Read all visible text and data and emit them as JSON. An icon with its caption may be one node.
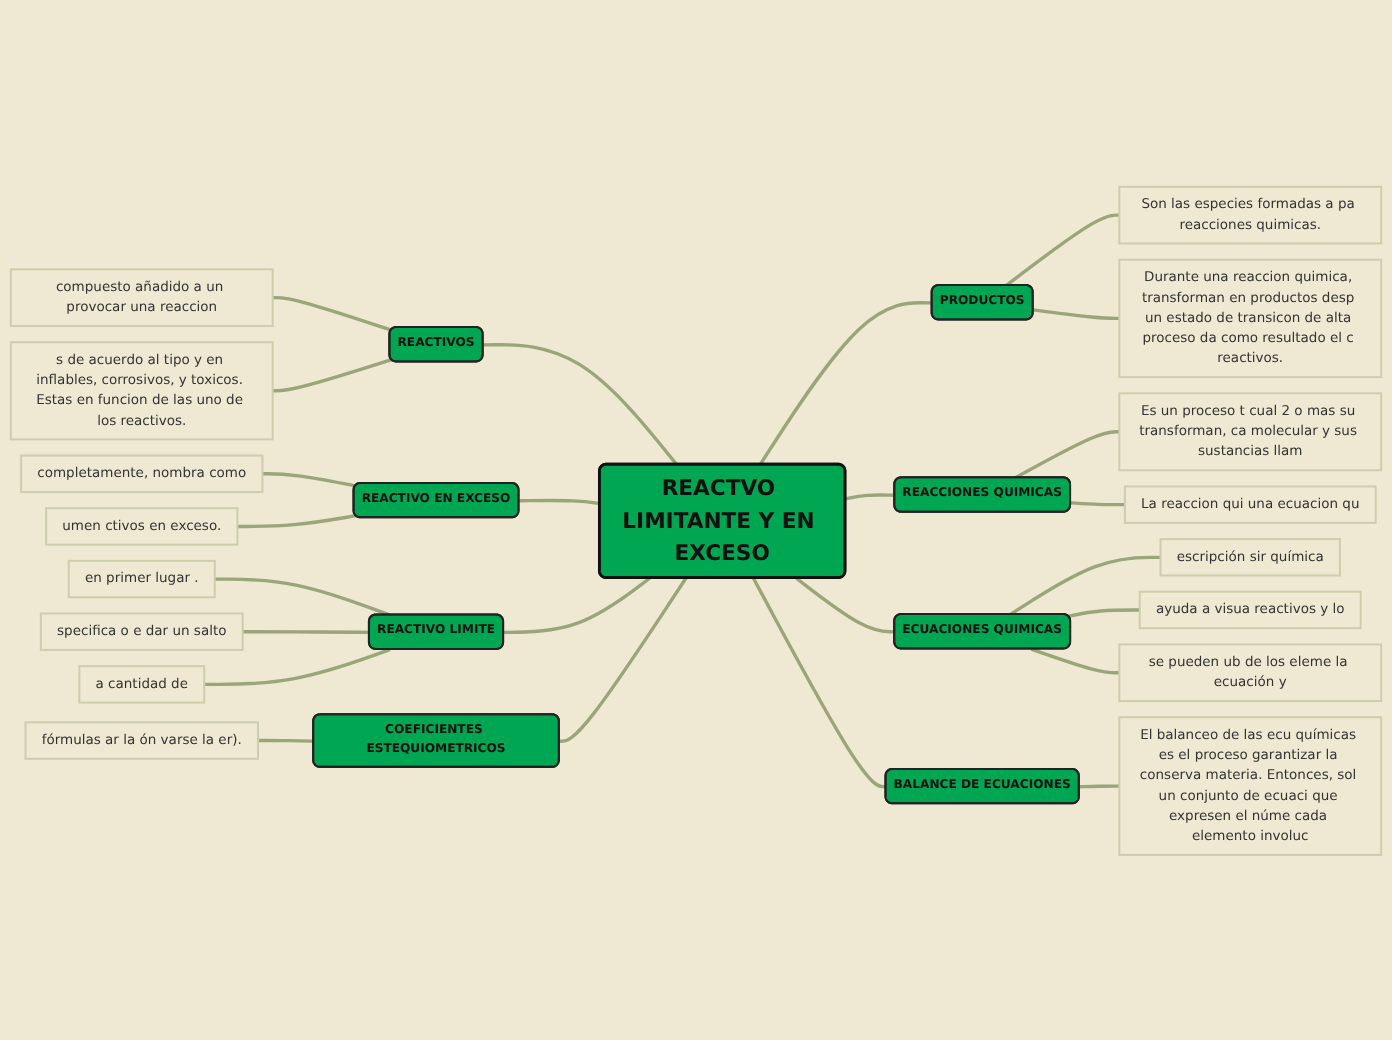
{
  "diagram": {
    "nodes": [
      {
        "text": [
          "REACTVO LIMITANTE Y EN EXCESO"
        ]
      },
      {
        "text": [
          "REACTIVOS"
        ]
      },
      {
        "text": [
          "compuesto añadido a un provocar una reaccion"
        ]
      },
      {
        "text": [
          "s de acuerdo al tipo y en inflables, corrosivos, y toxicos. Estas en funcion de las uno de los reactivos."
        ]
      },
      {
        "text": [
          "REACTIVO EN EXCESO"
        ]
      },
      {
        "text": [
          "completamente, nombra como"
        ]
      },
      {
        "text": [
          "umen ctivos en exceso."
        ]
      },
      {
        "text": [
          "REACTIVO LIMITE"
        ]
      },
      {
        "text": [
          "en primer lugar ."
        ]
      },
      {
        "text": [
          "specifica o e dar un salto"
        ]
      },
      {
        "text": [
          "a cantidad de"
        ]
      },
      {
        "text": [
          "COEFICIENTES ESTEQUIOMETRICOS"
        ]
      },
      {
        "text": [
          "fórmulas ar la ón varse la er)."
        ]
      },
      {
        "text": [
          "PRODUCTOS"
        ]
      },
      {
        "text": [
          "Son las especies formadas a pa reacciones quimicas."
        ]
      },
      {
        "text": [
          "Durante una reaccion quimica, transforman en productos desp un estado de transicon de alta proceso da como resultado el c reactivos."
        ]
      },
      {
        "text": [
          "REACCIONES QUIMICAS"
        ]
      },
      {
        "text": [
          "Es un proceso t cual 2 o mas su transforman, ca molecular y sus sustancias llam"
        ]
      },
      {
        "text": [
          "La reaccion qui una ecuacion qu"
        ]
      },
      {
        "text": [
          "ECUACIONES QUIMICAS"
        ]
      },
      {
        "text": [
          "escripción sir química"
        ]
      },
      {
        "text": [
          "ayuda a visua reactivos y lo"
        ]
      },
      {
        "text": [
          "se pueden ub de los eleme la ecuación y"
        ]
      },
      {
        "text": [
          "BALANCE DE ECUACIONES"
        ]
      },
      {
        "text": [
          "El balanceo de las ecu químicas es el proceso garantizar la conserva materia. Entonces, sol un conjunto de ecuaci que expresen el núme cada elemento involuc"
        ]
      }
    ],
    "edges": [
      {
        "from": 2,
        "to": 1,
        "arrow": "none"
      },
      {
        "from": 3,
        "to": 1,
        "arrow": "none"
      },
      {
        "from": 1,
        "to": 0,
        "arrow": "none"
      },
      {
        "from": 5,
        "to": 4,
        "arrow": "none"
      },
      {
        "from": 6,
        "to": 4,
        "arrow": "none"
      },
      {
        "from": 4,
        "to": 0,
        "arrow": "none"
      },
      {
        "from": 8,
        "to": 7,
        "arrow": "none"
      },
      {
        "from": 9,
        "to": 7,
        "arrow": "none"
      },
      {
        "from": 10,
        "to": 7,
        "arrow": "none"
      },
      {
        "from": 7,
        "to": 0,
        "arrow": "none"
      },
      {
        "from": 12,
        "to": 11,
        "arrow": "none"
      },
      {
        "from": 11,
        "to": 0,
        "arrow": "none"
      },
      {
        "from": 0,
        "to": 13,
        "arrow": "none"
      },
      {
        "from": 13,
        "to": 14,
        "arrow": "none"
      },
      {
        "from": 13,
        "to": 15,
        "arrow": "none"
      },
      {
        "from": 0,
        "to": 16,
        "arrow": "none"
      },
      {
        "from": 16,
        "to": 17,
        "arrow": "none"
      },
      {
        "from": 16,
        "to": 18,
        "arrow": "none"
      },
      {
        "from": 0,
        "to": 19,
        "arrow": "none"
      },
      {
        "from": 19,
        "to": 20,
        "arrow": "none"
      },
      {
        "from": 19,
        "to": 21,
        "arrow": "none"
      },
      {
        "from": 19,
        "to": 22,
        "arrow": "none"
      },
      {
        "from": 0,
        "to": 23,
        "arrow": "none"
      },
      {
        "from": 23,
        "to": 24,
        "arrow": "none"
      }
    ]
  }
}
